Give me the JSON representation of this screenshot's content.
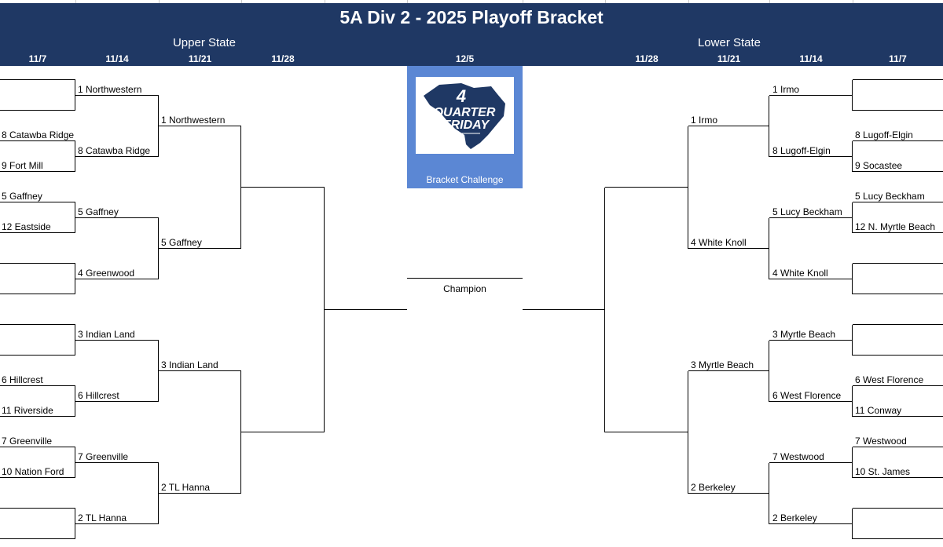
{
  "header": {
    "title": "5A Div 2 - 2025 Playoff Bracket",
    "upper_region": "Upper State",
    "lower_region": "Lower State"
  },
  "dates": {
    "left_r1": "11/7",
    "left_r2": "11/14",
    "left_r3": "11/21",
    "left_r4": "11/28",
    "final": "12/5",
    "right_r4": "11/28",
    "right_r3": "11/21",
    "right_r2": "11/14",
    "right_r1": "11/7"
  },
  "logo": {
    "number": "4",
    "line1": "QUARTER",
    "line2": "FRIDAY",
    "caption": "Bracket Challenge"
  },
  "champion_label": "Champion",
  "upper_state": {
    "round1": [
      "8 Catawba Ridge",
      "9 Fort Mill",
      "5 Gaffney",
      "12 Eastside",
      "6 Hillcrest",
      "11 Riverside",
      "7 Greenville",
      "10 Nation Ford"
    ],
    "round2": [
      "1 Northwestern",
      "8 Catawba Ridge",
      "5 Gaffney",
      "4 Greenwood",
      "3 Indian Land",
      "6 Hillcrest",
      "7 Greenville",
      "2 TL Hanna"
    ],
    "round3": [
      "1 Northwestern",
      "5 Gaffney",
      "3 Indian Land",
      "2 TL Hanna"
    ]
  },
  "lower_state": {
    "round1": [
      "8 Lugoff-Elgin",
      "9 Socastee",
      "5 Lucy Beckham",
      "12 N. Myrtle Beach",
      "6 West Florence",
      "11 Conway",
      "7 Westwood",
      "10 St. James"
    ],
    "round2": [
      "1 Irmo",
      "8 Lugoff-Elgin",
      "5 Lucy Beckham",
      "4 White Knoll",
      "3 Myrtle Beach",
      "6 West Florence",
      "7 Westwood",
      "2 Berkeley"
    ],
    "round3": [
      "1 Irmo",
      "4 White Knoll",
      "3 Myrtle Beach",
      "2 Berkeley"
    ]
  },
  "colors": {
    "header_navy": "#1f3864",
    "logo_panel_blue": "#5b87d4",
    "logo_state_navy": "#1f3864"
  }
}
